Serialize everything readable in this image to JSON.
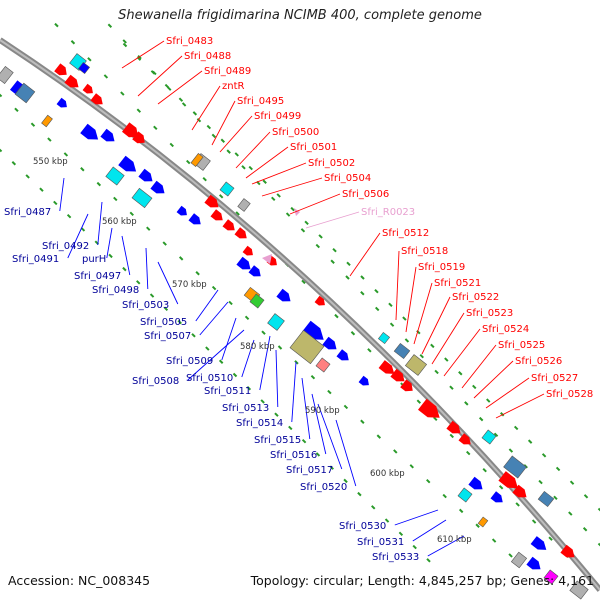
{
  "title": "Shewanella frigidimarina NCIMB 400, complete genome",
  "accession": "Accession: NC_008345",
  "summary": "Topology: circular; Length: 4,845,257 bp; Genes: 4,161",
  "colors": {
    "forward": "#ff0000",
    "reverse": "#0000ff",
    "rna": "#e8a0d0",
    "backbone": "#888888",
    "tick": "#2a9a2a",
    "orange": "#ff9900",
    "cyan": "#00e5ee",
    "khaki": "#bdb76b",
    "grey": "#b0b0b0",
    "steel": "#4682b4"
  },
  "kbp_labels": [
    "550 kbp",
    "560 kbp",
    "570 kbp",
    "580 kbp",
    "590 kbp",
    "600 kbp",
    "610 kbp"
  ],
  "forward_labels": [
    "Sfri_0483",
    "Sfri_0488",
    "Sfri_0489",
    "zntR",
    "Sfri_0495",
    "Sfri_0499",
    "Sfri_0500",
    "Sfri_0501",
    "Sfri_0502",
    "Sfri_0504",
    "Sfri_0506",
    "Sfri_R0023",
    "Sfri_0512",
    "Sfri_0518",
    "Sfri_0519",
    "Sfri_0521",
    "Sfri_0522",
    "Sfri_0523",
    "Sfri_0524",
    "Sfri_0525",
    "Sfri_0526",
    "Sfri_0527",
    "Sfri_0528"
  ],
  "reverse_labels": [
    "Sfri_0487",
    "Sfri_0492",
    "Sfri_0491",
    "purH",
    "Sfri_0497",
    "Sfri_0498",
    "Sfri_0503",
    "Sfri_0505",
    "Sfri_0507",
    "Sfri_0509",
    "Sfri_0508",
    "Sfri_0510",
    "Sfri_0511",
    "Sfri_0513",
    "Sfri_0514",
    "Sfri_0515",
    "Sfri_0516",
    "Sfri_0517",
    "Sfri_0520",
    "Sfri_0530",
    "Sfri_0531",
    "Sfri_0533"
  ]
}
